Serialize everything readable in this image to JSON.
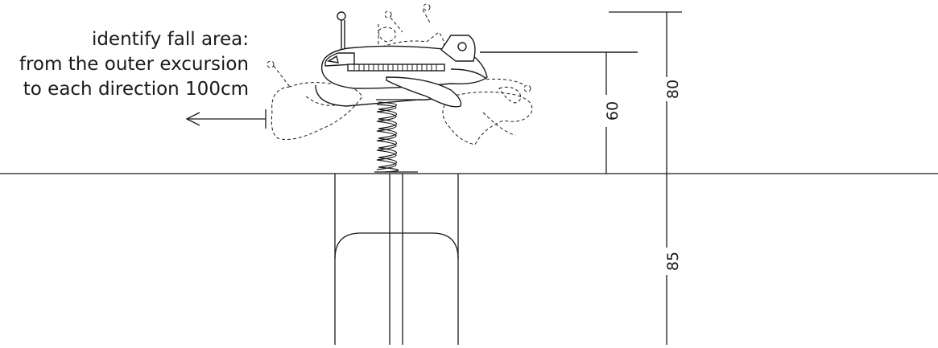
{
  "annotation": {
    "lines": [
      "identify fall area:",
      "from the outer excursion",
      "to each direction 100cm"
    ]
  },
  "dimensions": {
    "seat_height": "60",
    "total_height": "80",
    "foundation_depth": "85"
  },
  "colors": {
    "line": "#1a1a1a",
    "background": "#ffffff"
  },
  "icons": {
    "arrow": "arrow-left-icon"
  }
}
